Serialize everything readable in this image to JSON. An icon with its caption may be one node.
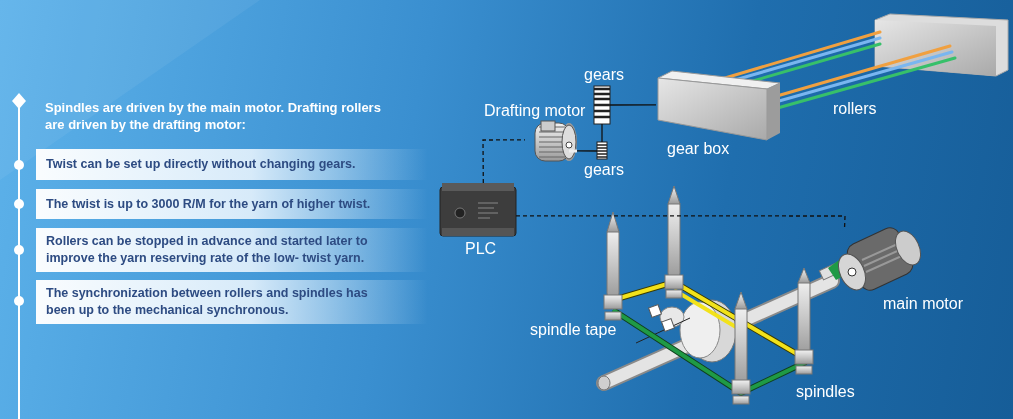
{
  "diagram": {
    "nodes": [
      {
        "text": [
          "Twist can be set up directly without changing gears."
        ]
      },
      {
        "text": [
          "The twist is up to 3000 R/M for the yarn of higher twist."
        ]
      },
      {
        "text": [
          "Rollers can be stopped in advance and started later to improve the yarn reserving rate of the low- twist yarn."
        ]
      },
      {
        "text": [
          "The synchronization between rollers and spindles has been up to the mechanical synchronous."
        ]
      },
      {
        "text": [],
        "shape": "picture",
        "beside": [
          "Drafting motor"
        ]
      },
      {
        "text": [],
        "shape": "picture",
        "beside": [
          "gears"
        ]
      },
      {
        "text": [],
        "shape": "picture",
        "beside": [
          "gears"
        ]
      },
      {
        "text": [],
        "shape": "picture",
        "beside": [
          "gear box"
        ]
      },
      {
        "text": [
          "rollers"
        ]
      },
      {
        "text": [],
        "shape": "picture",
        "beside": [
          "PLC"
        ]
      },
      {
        "text": [],
        "shape": "picture",
        "beside": [
          "main motor"
        ]
      }
    ],
    "edges": [
      {
        "from": 9,
        "to": 4,
        "arrow": "none",
        "style": "dashed"
      },
      {
        "from": 4,
        "to": 6,
        "arrow": "none"
      },
      {
        "from": 6,
        "to": 5,
        "arrow": "none"
      },
      {
        "from": 5,
        "to": 7,
        "arrow": "none"
      },
      {
        "from": 9,
        "to": 10,
        "arrow": "none",
        "style": "dashed"
      }
    ],
    "labels": [
      "Spindles are driven by the main motor. Drafting rollers are driven by the drafting motor:",
      "spindle tape",
      "spindles"
    ]
  }
}
